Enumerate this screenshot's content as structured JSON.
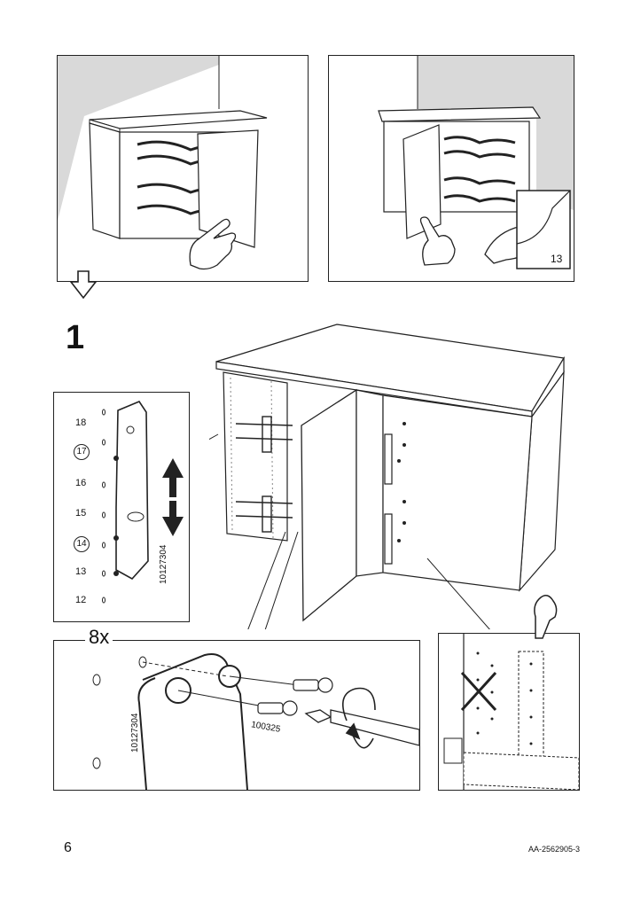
{
  "page": {
    "number": "6",
    "doc_code": "AA-2562905-3"
  },
  "top_left_panel": {
    "name": "open-cabinet-view"
  },
  "top_right_panel": {
    "page_ref": "13"
  },
  "step": {
    "number": "1",
    "count": "8x"
  },
  "detail_left": {
    "hole_labels": [
      "18",
      "17",
      "16",
      "15",
      "14",
      "13",
      "12"
    ],
    "circled_holes": [
      "17",
      "14"
    ],
    "part_number": "10127304"
  },
  "detail_bottom": {
    "part_number": "10127304",
    "screw_part": "100325"
  },
  "colors": {
    "line": "#222222",
    "wall": "#d9d9d9",
    "panel_bg": "#ffffff"
  },
  "icons": [
    "arrow-down-icon",
    "hand-point-icon",
    "up-down-arrow-icon",
    "cross-icon",
    "screwdriver-icon",
    "rotate-arrow-icon",
    "page-reference-icon"
  ]
}
